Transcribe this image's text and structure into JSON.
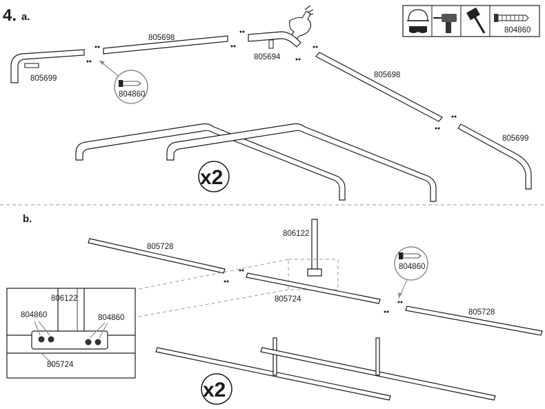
{
  "step": {
    "number": "4.",
    "part_a": "a.",
    "part_b": "b."
  },
  "multipliers": {
    "a": "x2",
    "b": "x2"
  },
  "tools": {
    "screw_code": "804860",
    "icons": [
      "helmet-goggles-icon",
      "drill-icon",
      "mallet-icon",
      "screw-icon"
    ]
  },
  "part_a": {
    "left_corner": "805699",
    "top_bar": "805698",
    "apex_joint": "805694",
    "right_bar": "805698",
    "right_corner": "805699",
    "screw_callout": "804860"
  },
  "part_b": {
    "post": "806122",
    "left_bar": "805728",
    "middle_bar": "805724",
    "right_bar": "805728",
    "screw_callout": "804860",
    "detail": {
      "post": "806122",
      "screw_left": "804860",
      "screw_right": "804860",
      "bar": "805724"
    }
  }
}
